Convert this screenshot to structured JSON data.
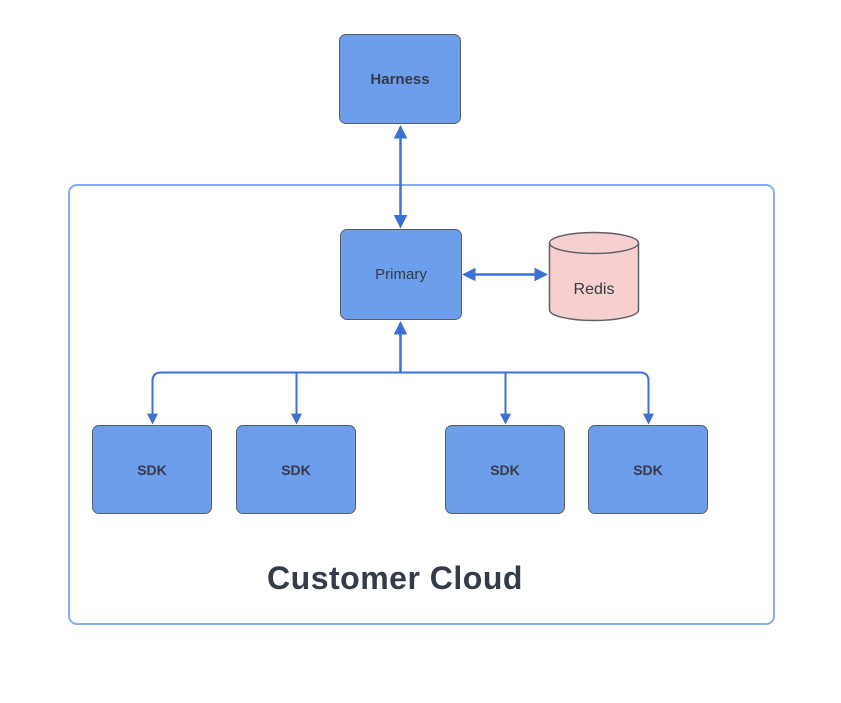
{
  "diagram": {
    "title": "Customer Cloud architecture diagram",
    "nodes": {
      "harness": {
        "label": "Harness",
        "shape": "rectangle",
        "fill": "#6d9eeb"
      },
      "primary": {
        "label": "Primary",
        "shape": "rectangle",
        "fill": "#6d9eeb"
      },
      "redis": {
        "label": "Redis",
        "shape": "cylinder",
        "fill": "#f7cfce"
      },
      "sdk1": {
        "label": "SDK",
        "shape": "rectangle",
        "fill": "#6d9eeb"
      },
      "sdk2": {
        "label": "SDK",
        "shape": "rectangle",
        "fill": "#6d9eeb"
      },
      "sdk3": {
        "label": "SDK",
        "shape": "rectangle",
        "fill": "#6d9eeb"
      },
      "sdk4": {
        "label": "SDK",
        "shape": "rectangle",
        "fill": "#6d9eeb"
      },
      "container": {
        "label": "Customer Cloud",
        "shape": "group-frame"
      }
    },
    "edges": [
      {
        "id": "harness-primary",
        "from": "Harness",
        "to": "Primary",
        "style": "bidirectional-arrow"
      },
      {
        "id": "primary-redis",
        "from": "Primary",
        "to": "Redis",
        "style": "bidirectional-arrow"
      },
      {
        "id": "fanout-primary",
        "from": "SDK fan-out bus",
        "to": "Primary",
        "style": "arrow-up"
      },
      {
        "id": "fanout-sdk1",
        "from": "SDK fan-out bus",
        "to": "SDK (1)",
        "style": "arrow-down"
      },
      {
        "id": "fanout-sdk2",
        "from": "SDK fan-out bus",
        "to": "SDK (2)",
        "style": "arrow-down"
      },
      {
        "id": "fanout-sdk3",
        "from": "SDK fan-out bus",
        "to": "SDK (3)",
        "style": "arrow-down"
      },
      {
        "id": "fanout-sdk4",
        "from": "SDK fan-out bus",
        "to": "SDK (4)",
        "style": "arrow-down"
      }
    ],
    "colors": {
      "node_fill": "#6d9eeb",
      "node_border": "#585d63",
      "node_text": "#333b44",
      "redis_fill": "#f7cfce",
      "redis_border": "#5d6066",
      "arrow": "#3b70d5",
      "container_border": "#84acf2",
      "container_label": "#343c49",
      "background": "#ffffff"
    }
  }
}
